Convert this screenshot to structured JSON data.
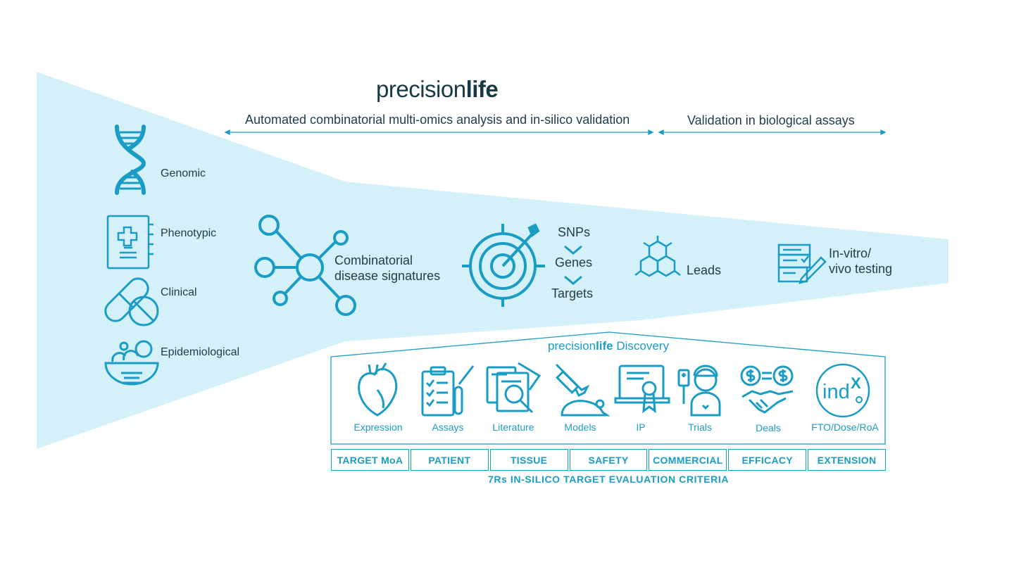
{
  "brand": {
    "logo_light": "precision",
    "logo_bold": "life"
  },
  "header": {
    "left_label": "Automated combinatorial multi-omics analysis and in-silico validation",
    "right_label": "Validation in biological assays"
  },
  "inputs": [
    {
      "label": "Genomic",
      "icon": "dna-icon"
    },
    {
      "label": "Phenotypic",
      "icon": "medical-record-icon"
    },
    {
      "label": "Clinical",
      "icon": "pills-icon"
    },
    {
      "label": "Epidemiological",
      "icon": "food-bowl-icon"
    }
  ],
  "pipeline": {
    "signatures_line1": "Combinatorial",
    "signatures_line2": "disease signatures",
    "snps": "SNPs",
    "genes": "Genes",
    "targets": "Targets",
    "leads": "Leads",
    "testing_line1": "In-vitro/",
    "testing_line2": "vivo testing"
  },
  "discovery": {
    "title_light": "precision",
    "title_bold": "life",
    "title_rest": " Discovery",
    "tiles": [
      {
        "label": "Expression",
        "icon": "heart-icon"
      },
      {
        "label": "Assays",
        "icon": "clipboard-icon"
      },
      {
        "label": "Literature",
        "icon": "documents-search-icon"
      },
      {
        "label": "Models",
        "icon": "syringe-mouse-icon"
      },
      {
        "label": "IP",
        "icon": "certificate-icon"
      },
      {
        "label": "Trials",
        "icon": "patient-icon"
      },
      {
        "label": "Deals",
        "icon": "handshake-icon"
      },
      {
        "label": "FTO/Dose/RoA",
        "icon": "indx-logo-icon"
      }
    ],
    "indx_text": "ind",
    "indx_x": "X"
  },
  "criteria": {
    "items": [
      "TARGET MoA",
      "PATIENT",
      "TISSUE",
      "SAFETY",
      "COMMERCIAL",
      "EFFICACY",
      "EXTENSION"
    ],
    "caption": "7Rs IN-SILICO TARGET EVALUATION CRITERIA"
  },
  "colors": {
    "funnel": "#d4f0f9",
    "accent": "#1a9cc4",
    "text": "#1f3c4a",
    "logo": "#173a44"
  }
}
